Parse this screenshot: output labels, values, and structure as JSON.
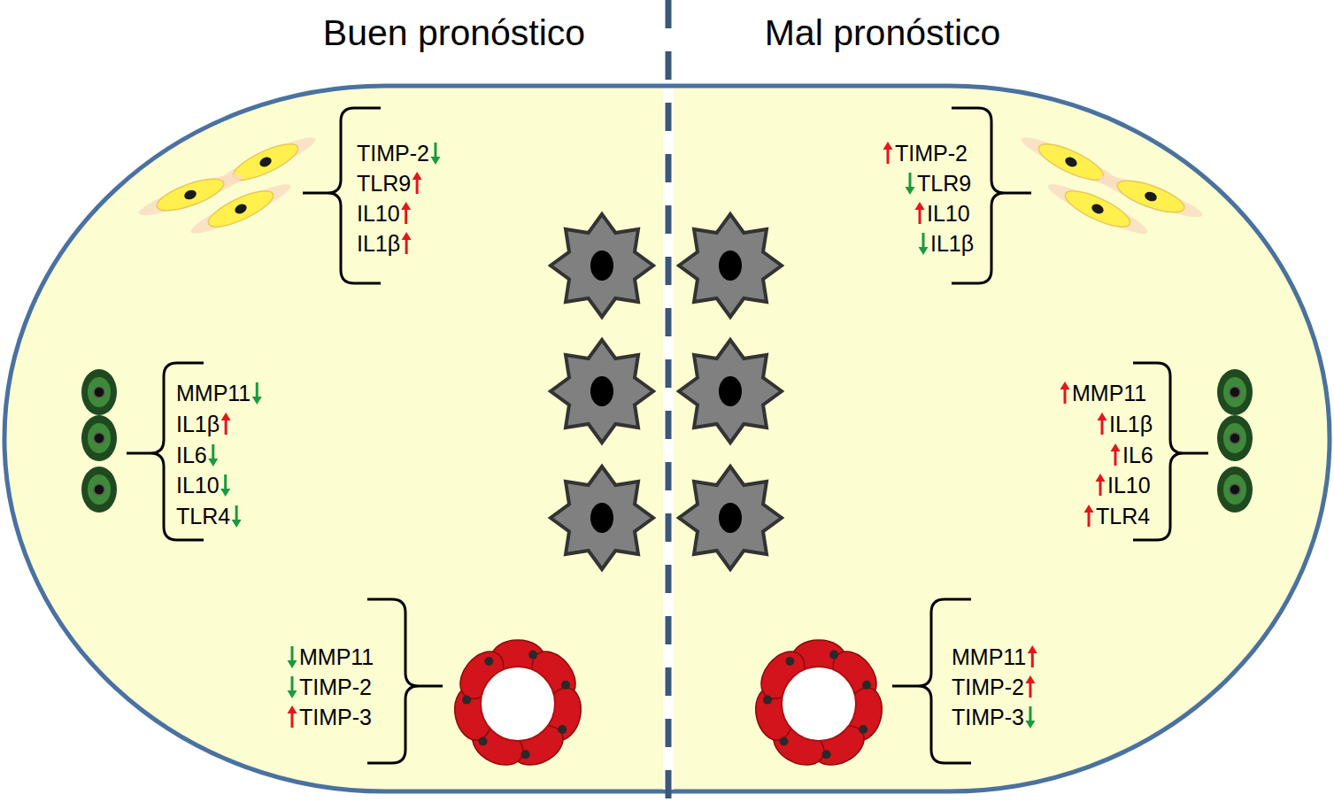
{
  "diagram": {
    "labels": [
      "Buen pronóstico",
      "Mal pronóstico",
      "TIMP-2",
      "TLR9",
      "IL10",
      "IL1β",
      "MMP11",
      "IL1β",
      "IL6",
      "IL10",
      "TLR4",
      "MMP11",
      "TIMP-2",
      "TIMP-3",
      "TIMP-2",
      "TLR9",
      "IL10",
      "IL1β",
      "MMP11",
      "IL1β",
      "IL6",
      "IL10",
      "TLR4",
      "MMP11",
      "TIMP-2",
      "TIMP-3"
    ]
  }
}
